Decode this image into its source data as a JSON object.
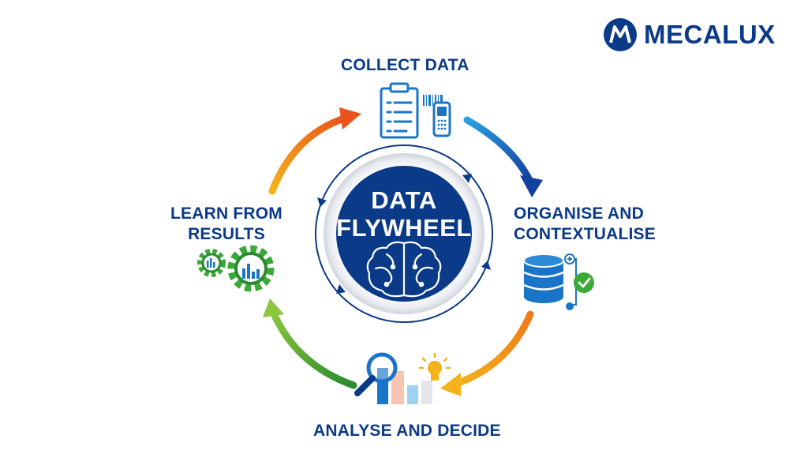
{
  "brand": {
    "name": "MECALUX"
  },
  "center": {
    "line1": "DATA",
    "line2": "FLYWHEEL"
  },
  "stages": {
    "collect": {
      "line1": "COLLECT DATA",
      "icon": "clipboard-scanner-icon"
    },
    "organise": {
      "line1": "ORGANISE AND",
      "line2": "CONTEXTUALISE",
      "icon": "database-check-icon"
    },
    "analyse": {
      "line1": "ANALYSE AND DECIDE",
      "icon": "magnifier-chart-bulb-icon"
    },
    "learn": {
      "line1": "LEARN FROM",
      "line2": "RESULTS",
      "icon": "gears-chart-icon"
    }
  },
  "colors": {
    "navy": "#0b3a88",
    "blue": "#1a75c9",
    "orange": "#f07a1a",
    "yellow": "#f5b21b",
    "green": "#3aa935",
    "dark_green": "#2a8a2f"
  }
}
